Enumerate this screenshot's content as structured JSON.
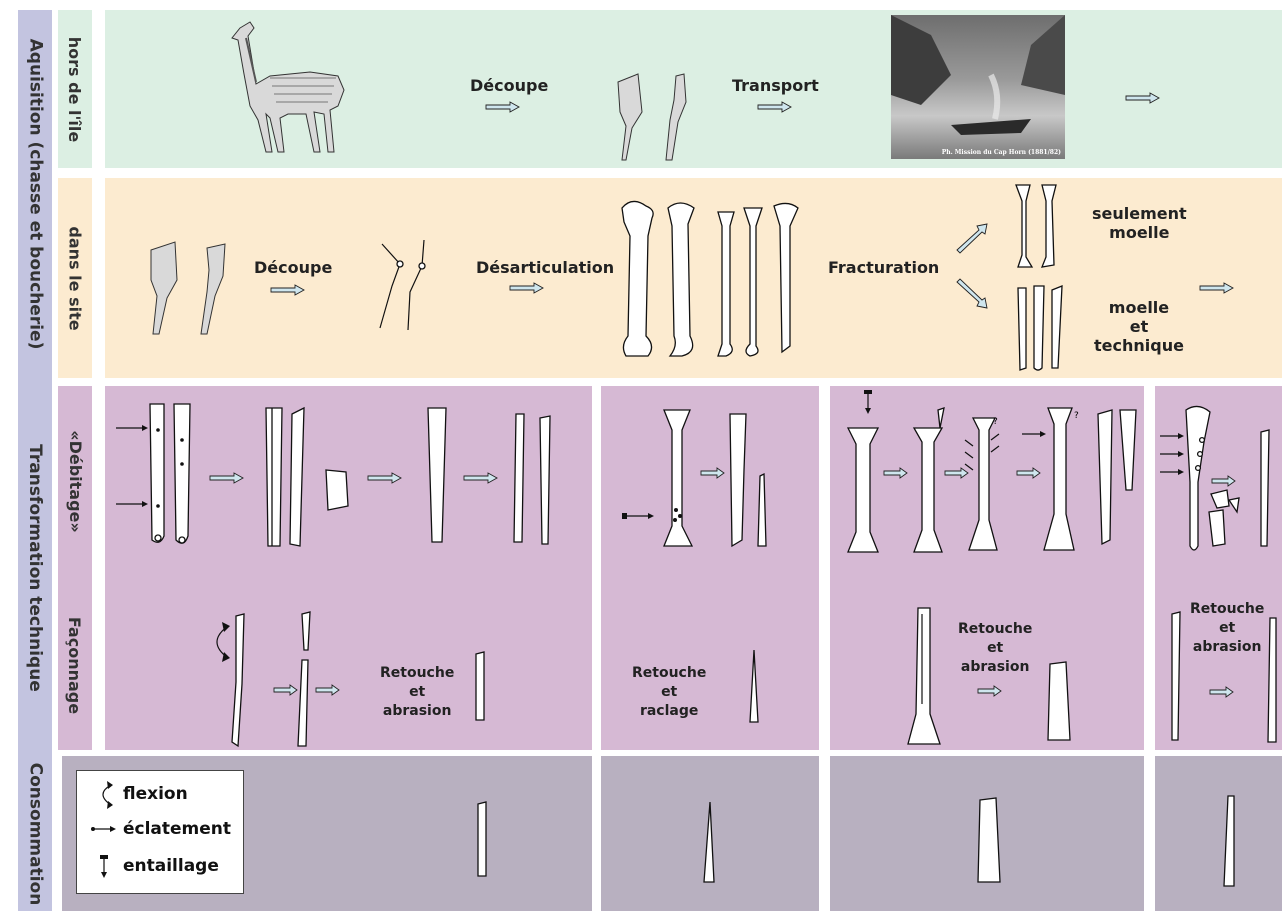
{
  "colors": {
    "sidebar": "#c3c4e0",
    "acquisition_outside": "#dcefe3",
    "acquisition_site": "#fcebd0",
    "transformation": "#d6b9d4",
    "consumption": "#b8b0c0",
    "arrow_fill": "#cfe6ee"
  },
  "phases": {
    "acquisition": "Aquisition (chasse et boucherie)",
    "transformation": "Transformation technique",
    "consumption": "Consommation"
  },
  "rows": {
    "outside": "hors de l'île",
    "site": "dans le site",
    "debitage": "«Débitage»",
    "faconnage": "Façonnage"
  },
  "outside": {
    "decoupe": "Découpe",
    "transport": "Transport",
    "photo_caption": "Ph. Mission du Cap Horn (1881/82)"
  },
  "site": {
    "decoupe": "Découpe",
    "desarticulation": "Désarticulation",
    "fracturation": "Fracturation",
    "moelle_only": [
      "seulement",
      "moelle"
    ],
    "moelle_tech": [
      "moelle",
      "et",
      "technique"
    ]
  },
  "faconnage": {
    "col1": [
      "Retouche",
      "et",
      "abrasion"
    ],
    "col2": [
      "Retouche",
      "et",
      "raclage"
    ],
    "col3": [
      "Retouche",
      "et",
      "abrasion"
    ],
    "col4": [
      "Retouche",
      "et",
      "abrasion"
    ]
  },
  "legend": {
    "flexion": "flexion",
    "eclatement": "éclatement",
    "entaillage": "entaillage"
  },
  "icons": [
    "guanaco-skeleton",
    "canoe-photo",
    "flexion-icon",
    "eclatement-icon",
    "entaillage-icon"
  ]
}
